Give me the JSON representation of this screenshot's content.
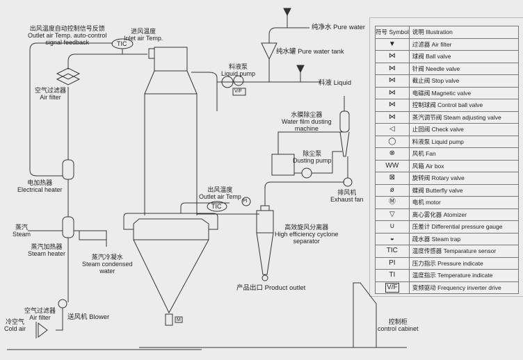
{
  "labels": {
    "outlet_feedback_cn": "出风温度自动控制信号反馈",
    "outlet_feedback_en1": "Outlet air Temp. auto-control",
    "outlet_feedback_en2": "signal feedback",
    "inlet_temp_cn": "进风温度",
    "inlet_temp_en": "Inlet air Temp.",
    "tic": "TIC",
    "pure_water": "纯净水 Pure water",
    "pure_water_tank": "纯水罐 Pure water tank",
    "liquid_pump_cn": "料液泵",
    "liquid_pump_en": "Liquid pump",
    "liquid": "料液 Liquid",
    "vf": "V/F",
    "motor": "M",
    "pi": "PI",
    "air_filter_cn": "空气过滤器",
    "air_filter_en": "Air filter",
    "water_film_cn": "水膜除尘器",
    "water_film_en1": "Water film dusting",
    "water_film_en2": "machine",
    "dusting_pump_cn": "除尘泵",
    "dusting_pump_en": "Dusting pump",
    "electrical_heater_cn": "电加热器",
    "electrical_heater_en": "Electrical heater",
    "exhaust_fan_cn": "排风机",
    "exhaust_fan_en": "Exhaust fan",
    "outlet_temp_cn": "出风温度",
    "outlet_temp_en": "Outlet air Temp",
    "steam_cn": "蒸汽",
    "steam_en": "Steam",
    "cyclone_cn": "高效旋风分离器",
    "cyclone_en1": "High efficiency cyclone",
    "cyclone_en2": "separator",
    "steam_heater_cn": "蒸汽加热器",
    "steam_heater_en": "Steam heater",
    "condensed_cn": "蒸汽冷凝水",
    "condensed_en1": "Steam condensed",
    "condensed_en2": "water",
    "product_outlet": "产品出口 Product outlet",
    "air_filter2_cn": "空气过滤器",
    "air_filter2_en": "Air filter",
    "cold_air_cn": "冷空气",
    "cold_air_en": "Cold air",
    "blower": "送风机 Blower",
    "control_cabinet_cn": "控制柜",
    "control_cabinet_en": "control cabinet"
  },
  "legend": {
    "header_symbol": "符号 Symbol",
    "header_illustration": "说明 Illustration",
    "rows": [
      {
        "icon": "air-filter",
        "glyph": "▼",
        "label": "过滤器 Air filter"
      },
      {
        "icon": "ball-valve",
        "glyph": "⋈",
        "label": "球阀 Ball valve"
      },
      {
        "icon": "needle-valve",
        "glyph": "⋈",
        "label": "针阀 Needle valve"
      },
      {
        "icon": "stop-valve",
        "glyph": "⋈",
        "label": "截止阀 Stop valve"
      },
      {
        "icon": "magnetic-valve",
        "glyph": "⋈",
        "label": "电磁阀 Magnetic valve"
      },
      {
        "icon": "control-ball-valve",
        "glyph": "⋈",
        "label": "控制球阀 Control ball valve"
      },
      {
        "icon": "steam-adjusting-valve",
        "glyph": "⋈",
        "label": "蒸汽调节阀 Steam adjusting valve"
      },
      {
        "icon": "check-valve",
        "glyph": "◁",
        "label": "止回阀 Check valve"
      },
      {
        "icon": "liquid-pump",
        "glyph": "◯",
        "label": "料液泵 Liquid pump"
      },
      {
        "icon": "fan",
        "glyph": "⊗",
        "label": "风机 Fan"
      },
      {
        "icon": "air-box",
        "glyph": "WW",
        "label": "风箱 Air box"
      },
      {
        "icon": "rotary-valve",
        "glyph": "⊠",
        "label": "旋转阀 Rotary valve"
      },
      {
        "icon": "butterfly-valve",
        "glyph": "ø",
        "label": "蝶阀 Butterfly valve"
      },
      {
        "icon": "motor",
        "glyph": "Ⓜ",
        "label": "电机 motor"
      },
      {
        "icon": "atomizer",
        "glyph": "▽",
        "label": "离心雾化器 Atomizer"
      },
      {
        "icon": "differential-pressure-gauge",
        "glyph": "∪",
        "label": "压差计 Differential pressure gauge"
      },
      {
        "icon": "steam-trap",
        "glyph": "◒",
        "label": "疏水器 Steam trap"
      },
      {
        "icon": "temperature-sensor",
        "glyph": "TIC",
        "label": "温度传感器 Temparature sensor"
      },
      {
        "icon": "pressure-indicate",
        "glyph": "PI",
        "label": "压力指示 Pressure indicate"
      },
      {
        "icon": "temperature-indicate",
        "glyph": "TI",
        "label": "温度指示 Temperature indicate"
      },
      {
        "icon": "frequency-inverter",
        "glyph": "V/F",
        "label": "变频驱动 Frequency inverter drive"
      }
    ]
  }
}
